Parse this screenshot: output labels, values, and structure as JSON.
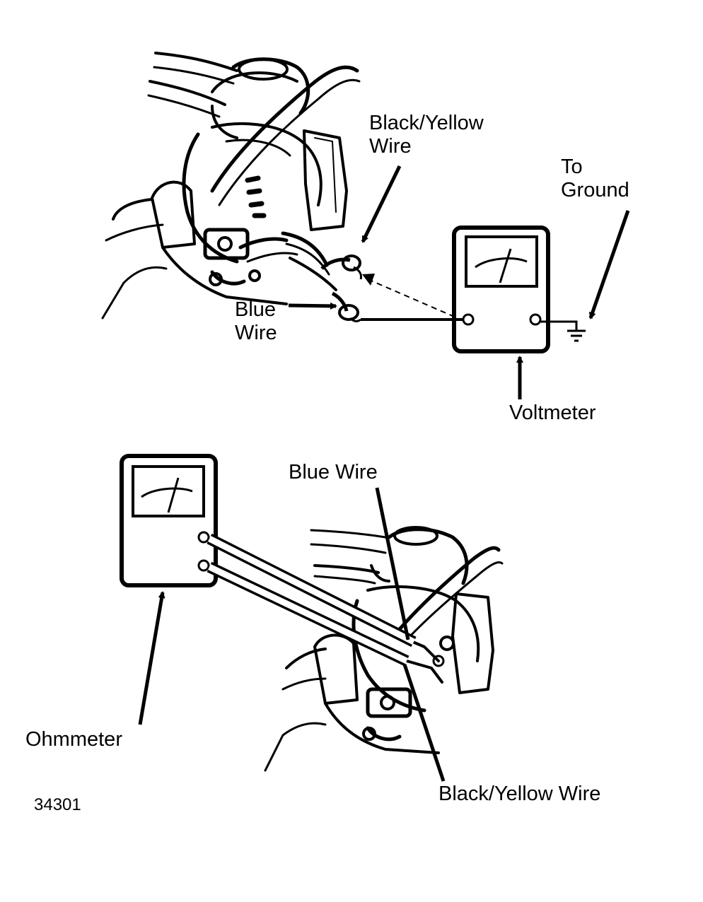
{
  "top_diagram": {
    "black_yellow_wire_line1": "Black/Yellow",
    "black_yellow_wire_line2": "Wire",
    "to_ground_line1": "To",
    "to_ground_line2": "Ground",
    "blue_wire_line1": "Blue",
    "blue_wire_line2": "Wire",
    "voltmeter": "Voltmeter"
  },
  "bottom_diagram": {
    "blue_wire": "Blue Wire",
    "ohmmeter": "Ohmmeter",
    "black_yellow_wire": "Black/Yellow Wire"
  },
  "figure_number": "34301",
  "colors": {
    "ink": "#000000",
    "paper": "#ffffff"
  }
}
